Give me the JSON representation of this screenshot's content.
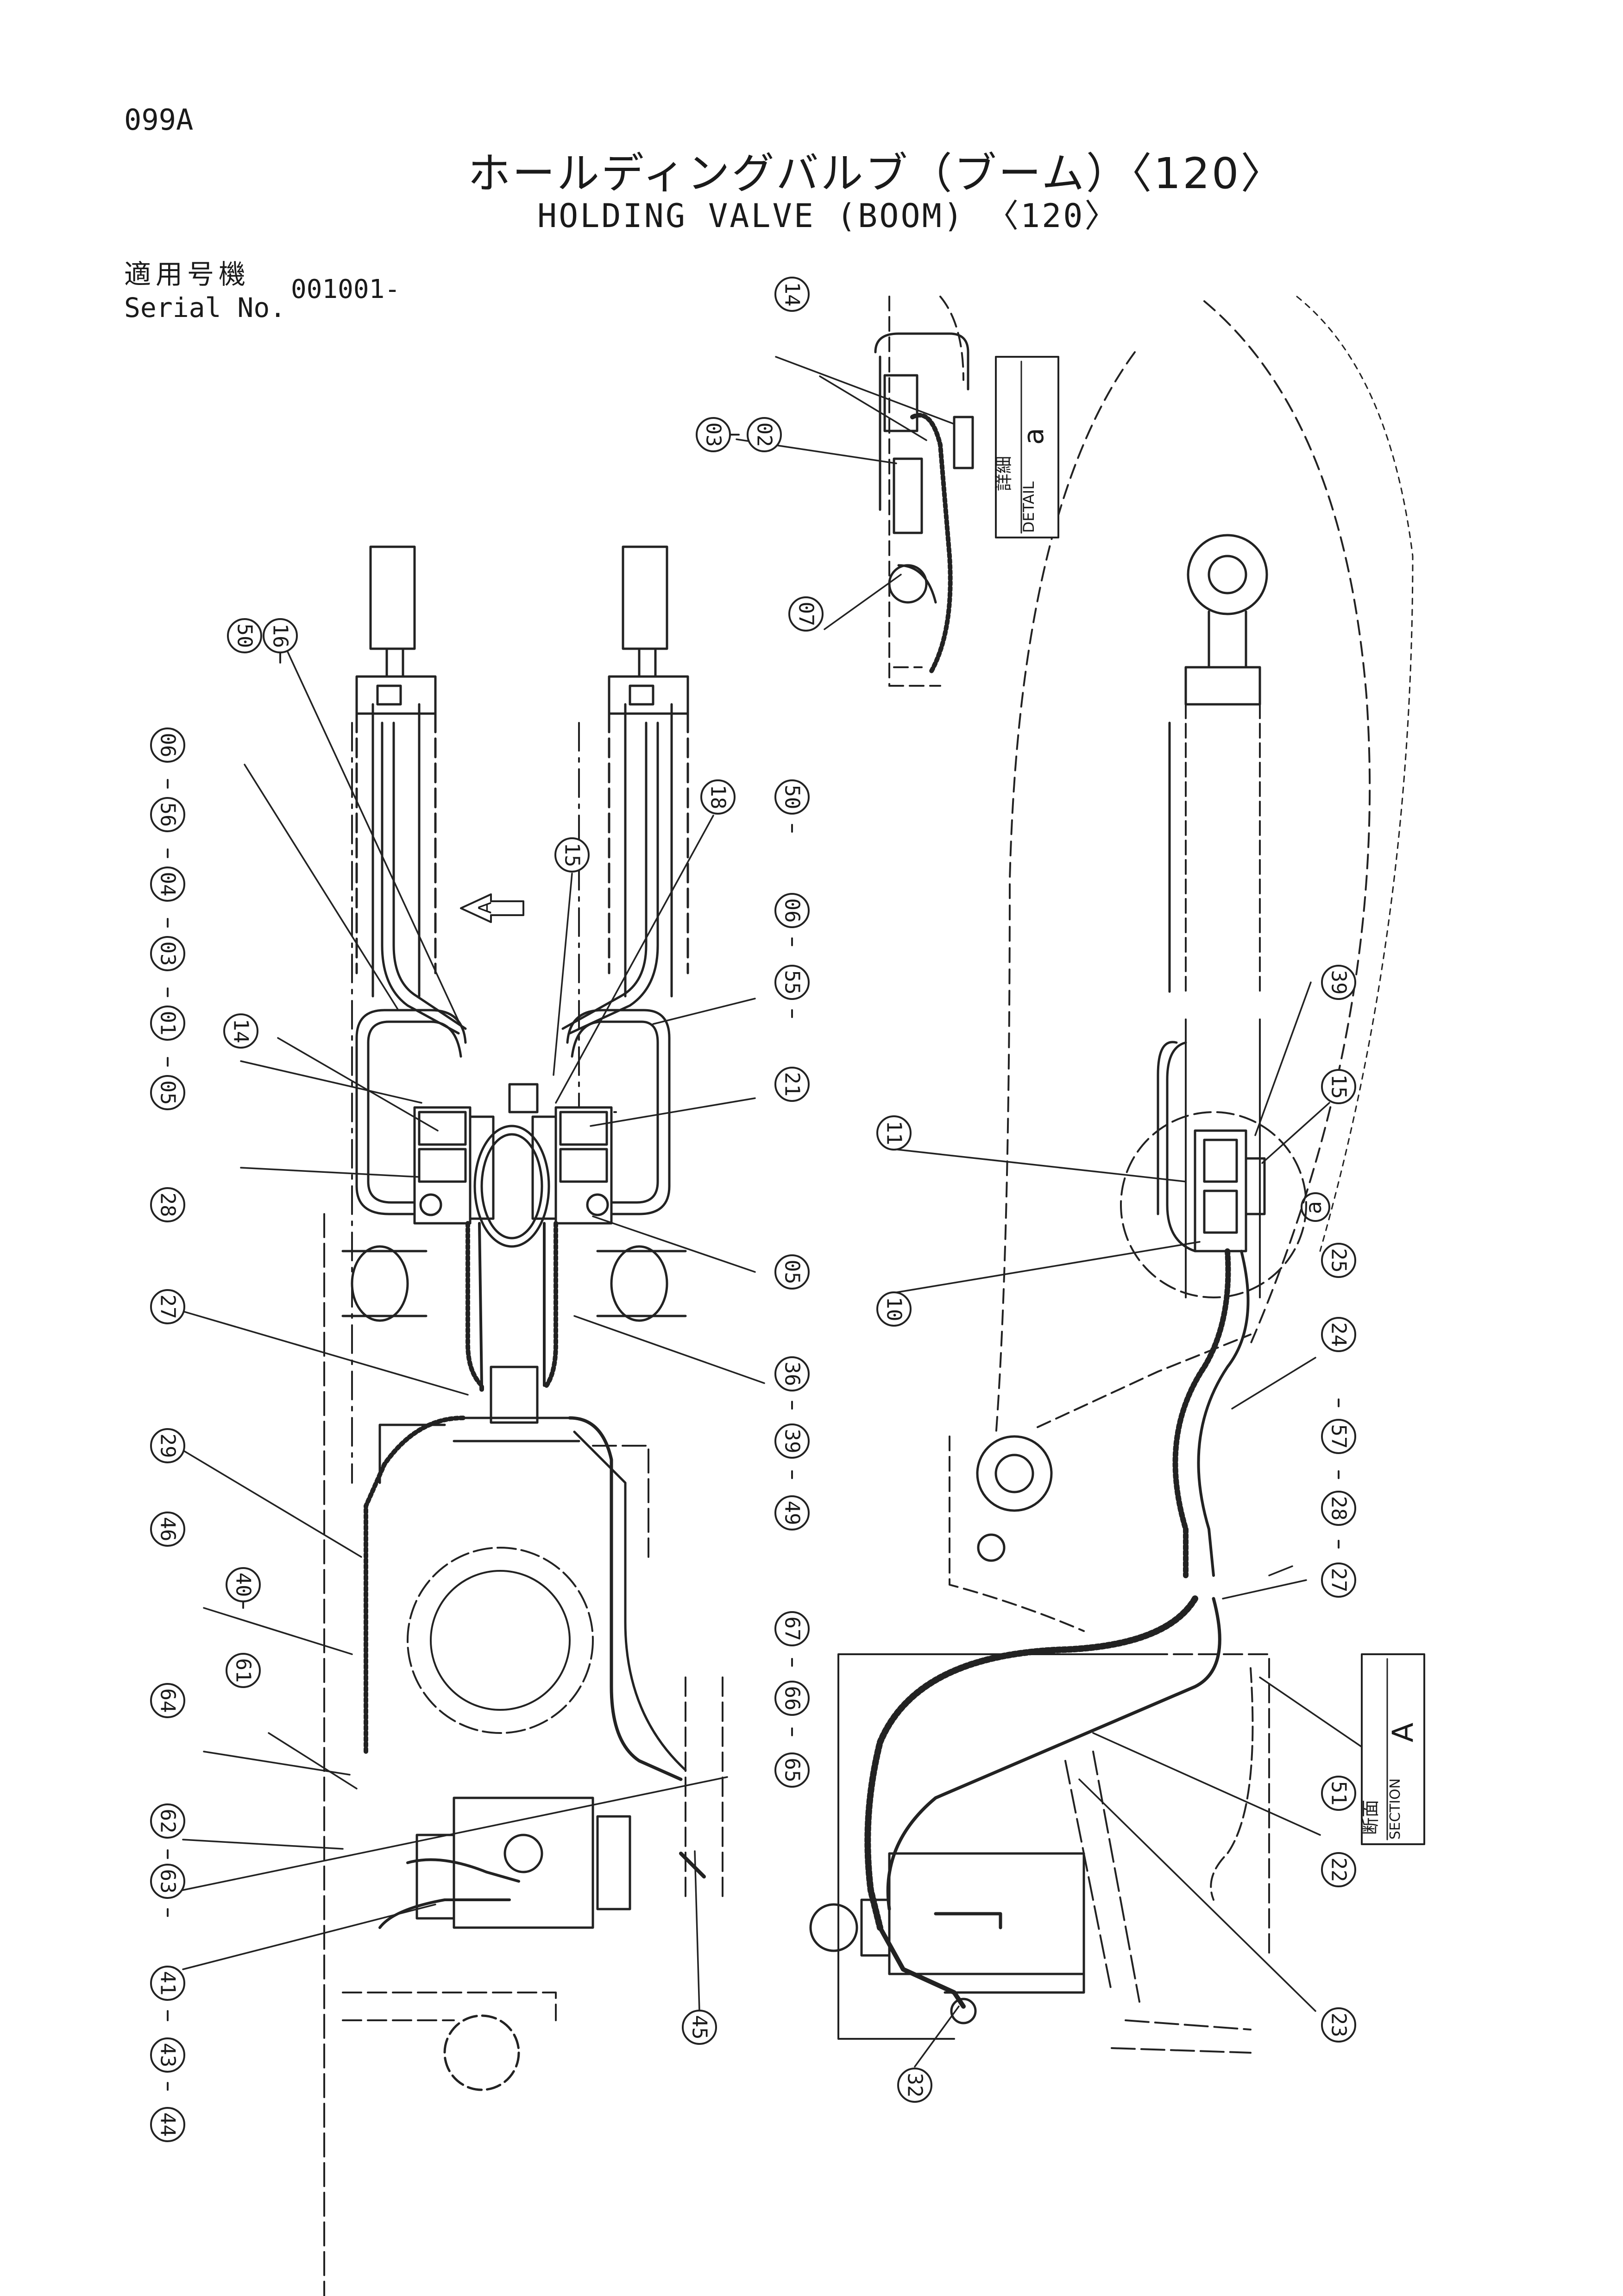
{
  "header": {
    "page_code": "099A",
    "title_jp": "ホールディングバルブ（ブーム）〈120〉",
    "title_en": "HOLDING VALVE (BOOM) 〈120〉",
    "serial_label_jp": "適用号機",
    "serial_label_en": "Serial No.",
    "serial_value": "001001-"
  },
  "views": {
    "detail": {
      "label_jp": "詳細",
      "label_en": "DETAIL",
      "mark": "a"
    },
    "section": {
      "label_jp": "断面",
      "label_en": "SECTION",
      "mark": "A"
    },
    "arrow_mark": "A",
    "circle_mark": "a"
  },
  "callouts": {
    "c01": "01",
    "c02": "02",
    "c03a": "03",
    "c03b": "03",
    "c04": "04",
    "c05a": "05",
    "c05b": "05",
    "c06a": "06",
    "c06b": "06",
    "c07": "07",
    "c10": "10",
    "c11": "11",
    "c14a": "14",
    "c14b": "14",
    "c15a": "15",
    "c15b": "15",
    "c16": "16",
    "c18": "18",
    "c21": "21",
    "c22": "22",
    "c23": "23",
    "c24": "24",
    "c25": "25",
    "c27a": "27",
    "c27b": "27",
    "c28a": "28",
    "c28b": "28",
    "c29": "29",
    "c32": "32",
    "c36": "36",
    "c39a": "39",
    "c39b": "39",
    "c40": "40",
    "c41": "41",
    "c43": "43",
    "c44": "44",
    "c45": "45",
    "c46": "46",
    "c49": "49",
    "c50a": "50",
    "c50b": "50",
    "c51": "51",
    "c55": "55",
    "c56": "56",
    "c57": "57",
    "c61": "61",
    "c62": "62",
    "c63": "63",
    "c64": "64",
    "c65": "65",
    "c66": "66",
    "c67": "67"
  }
}
